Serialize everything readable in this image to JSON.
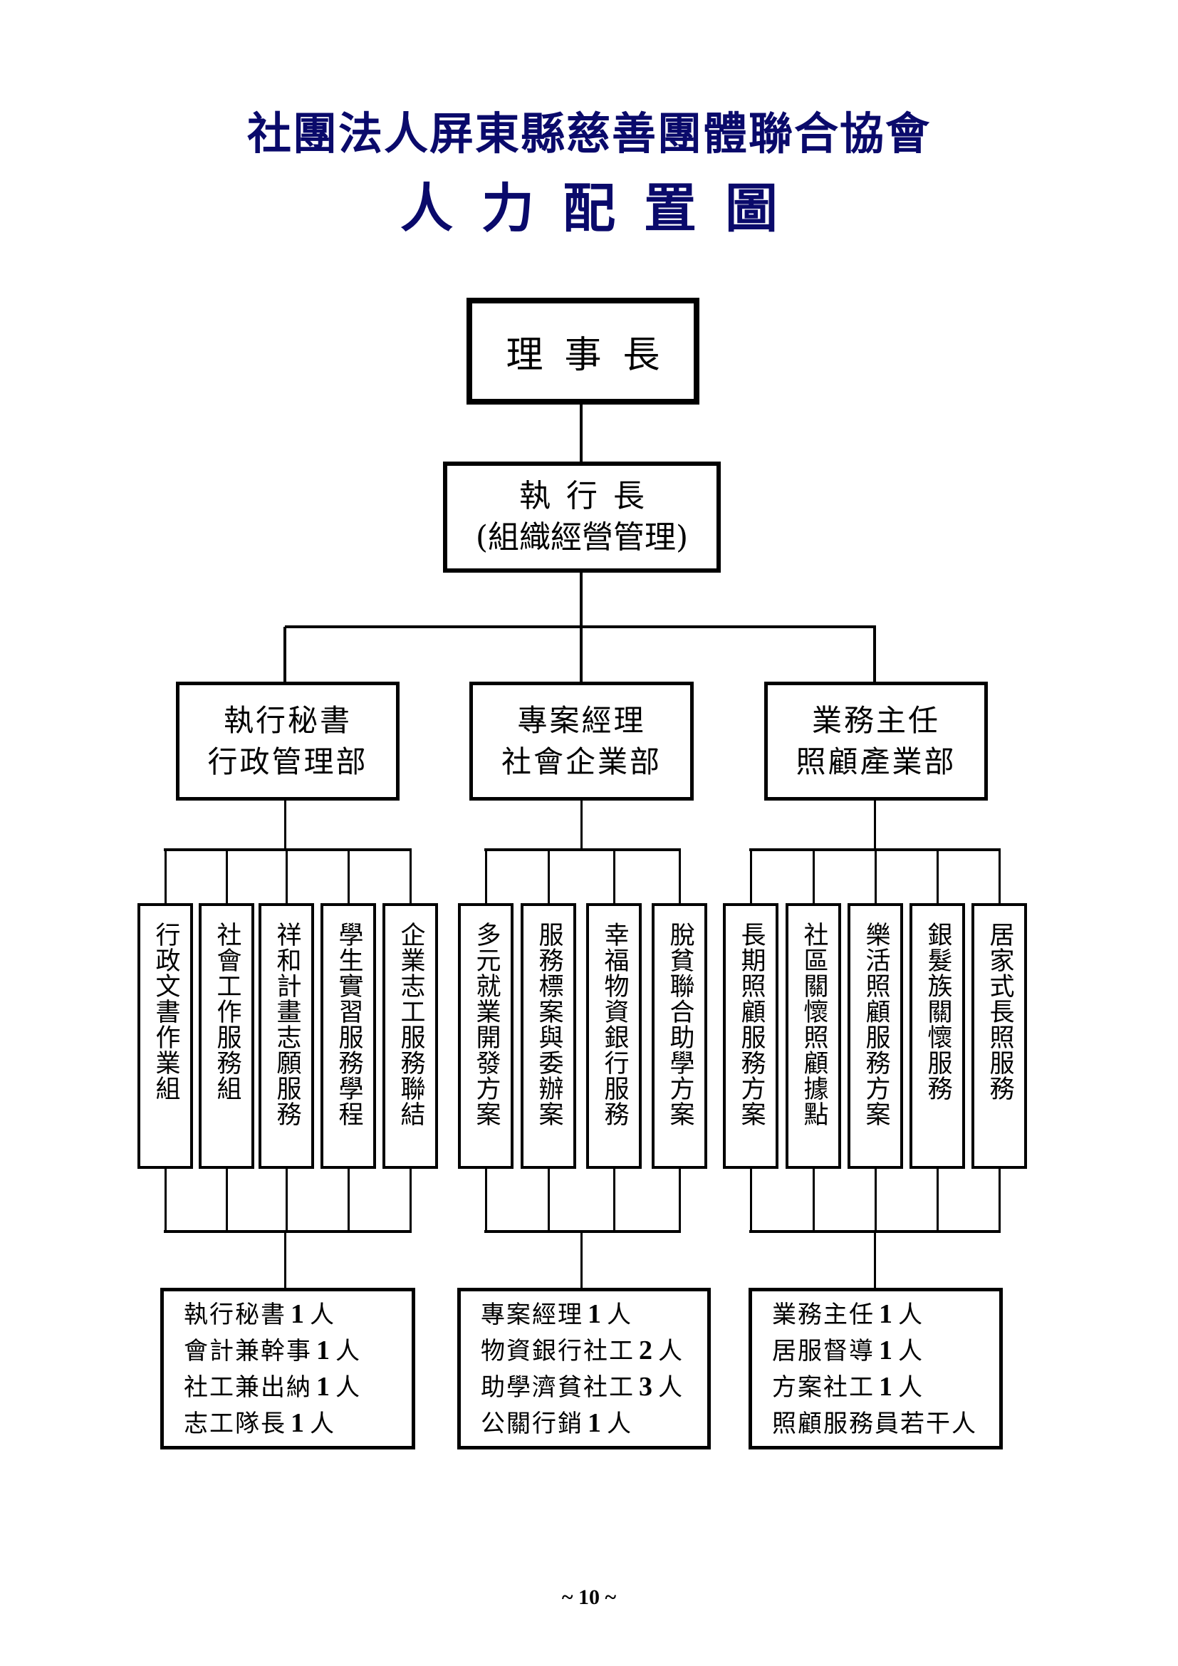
{
  "title": {
    "line1": "社團法人屏東縣慈善團體聯合協會",
    "line2": "人力配置圖",
    "color": "#0a0a6b"
  },
  "chairman": {
    "label": "理事長"
  },
  "ceo": {
    "title": "執行長",
    "subtitle": "(組織經營管理)"
  },
  "departments": [
    {
      "head": "執行秘書",
      "name": "行政管理部",
      "units": [
        "行政文書作業組",
        "社會工作服務組",
        "祥和計畫志願服務",
        "學生實習服務學程",
        "企業志工服務聯結"
      ],
      "staff": [
        {
          "role": "執行秘書",
          "count": "1",
          "suffix": "人"
        },
        {
          "role": "會計兼幹事",
          "count": "1",
          "suffix": "人"
        },
        {
          "role": "社工兼出納",
          "count": "1",
          "suffix": "人"
        },
        {
          "role": "志工隊長",
          "count": "1",
          "suffix": "人"
        }
      ]
    },
    {
      "head": "專案經理",
      "name": "社會企業部",
      "units": [
        "多元就業開發方案",
        "服務標案與委辦案",
        "幸福物資銀行服務",
        "脫貧聯合助學方案"
      ],
      "staff": [
        {
          "role": "專案經理",
          "count": "1",
          "suffix": "人"
        },
        {
          "role": "物資銀行社工",
          "count": "2",
          "suffix": "人"
        },
        {
          "role": "助學濟貧社工",
          "count": "3",
          "suffix": "人"
        },
        {
          "role": "公關行銷",
          "count": "1",
          "suffix": "人"
        }
      ]
    },
    {
      "head": "業務主任",
      "name": "照顧產業部",
      "units": [
        "長期照顧服務方案",
        "社區關懷照顧據點",
        "樂活照顧服務方案",
        "銀髮族關懷服務",
        "居家式長照服務"
      ],
      "staff": [
        {
          "role": "業務主任",
          "count": "1",
          "suffix": "人"
        },
        {
          "role": "居服督導",
          "count": "1",
          "suffix": "人"
        },
        {
          "role": "方案社工",
          "count": "1",
          "suffix": "人"
        },
        {
          "role": "照顧服務員若干",
          "count": "",
          "suffix": "人"
        }
      ]
    }
  ],
  "footer": {
    "page_number": "~ 10 ~"
  }
}
